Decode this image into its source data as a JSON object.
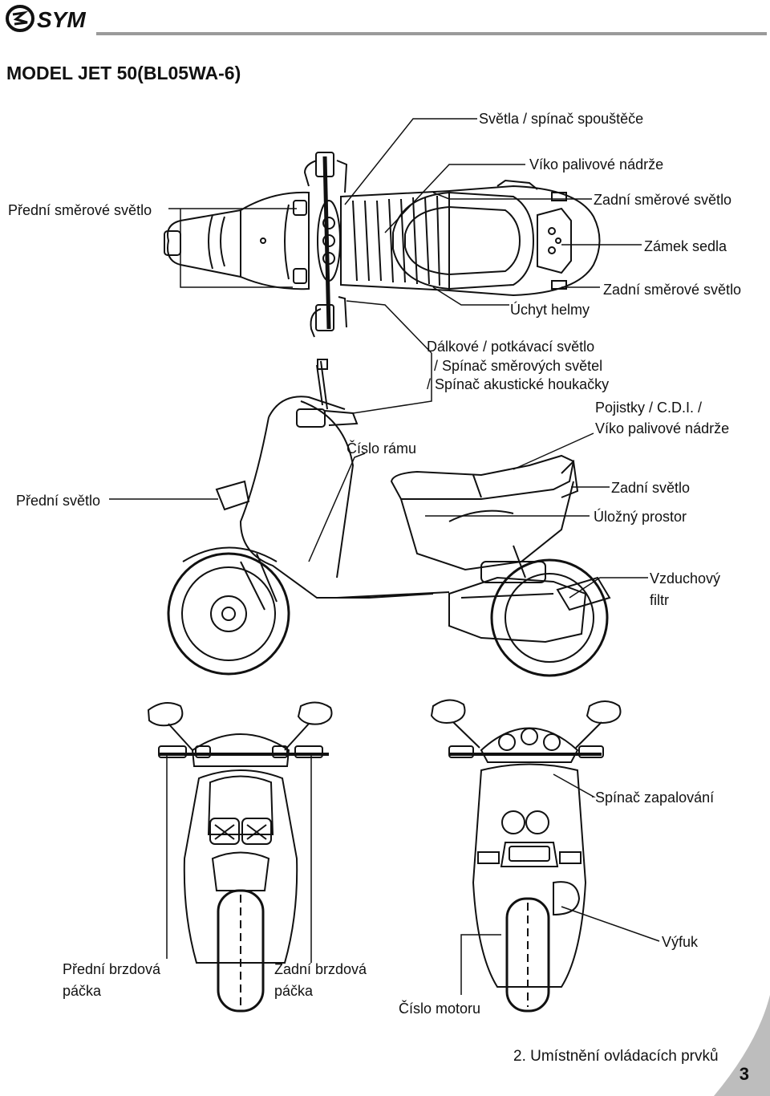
{
  "brand": "SYM",
  "title": "MODEL JET 50(BL05WA-6)",
  "labels": {
    "svetla_spinac": "Světla / spínač spouštěče",
    "viko_top": "Víko palivové nádrže",
    "predni_smerove": "Přední směrové světlo",
    "zadni_smerove_1": "Zadní směrové světlo",
    "zamek_sedla": "Zámek sedla",
    "zadni_smerove_2": "Zadní směrové světlo",
    "uchyt_helmy": "Úchyt helmy",
    "dalkove_1": "Dálkové / potkávací světlo",
    "dalkove_2": "/ Spínač směrových světel",
    "dalkove_3": "/ Spínač akustické houkačky",
    "pojistky_1": "Pojistky / C.D.I. /",
    "pojistky_2": "Víko palivové nádrže",
    "cislo_ramu": "Číslo rámu",
    "predni_svetlo": "Přední světlo",
    "zadni_svetlo": "Zadní světlo",
    "ulozny": "Úložný prostor",
    "vzduch_1": "Vzduchový",
    "vzduch_2": "filtr",
    "spinac_zap": "Spínač zapalování",
    "vyfuk": "Výfuk",
    "predni_brzd_1": "Přední brzdová",
    "predni_brzd_2": "páčka",
    "zadni_brzd_1": "Zadní brzdová",
    "zadni_brzd_2": "páčka",
    "cislo_motoru": "Číslo motoru"
  },
  "footer": "2. Umístnění ovládacích prvků",
  "page_number": "3"
}
